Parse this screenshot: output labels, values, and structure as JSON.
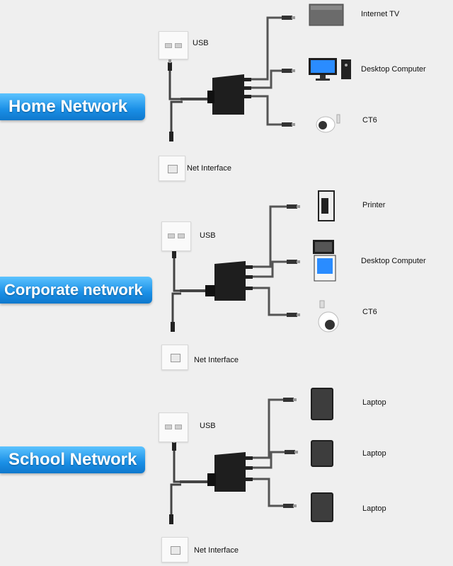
{
  "sections": [
    {
      "title": "Home Network",
      "usb_label": "USB",
      "net_label": "Net Interface",
      "devices": [
        {
          "label": "Internet TV",
          "icon": "tv-box-icon"
        },
        {
          "label": "Desktop Computer",
          "icon": "desktop-computer-icon"
        },
        {
          "label": "CT6",
          "icon": "security-camera-icon"
        }
      ]
    },
    {
      "title": "Corporate network",
      "usb_label": "USB",
      "net_label": "Net Interface",
      "devices": [
        {
          "label": "Printer",
          "icon": "printer-icon"
        },
        {
          "label": "Desktop Computer",
          "icon": "desktop-computer-icon"
        },
        {
          "label": "CT6",
          "icon": "security-camera-icon"
        }
      ]
    },
    {
      "title": "School Network",
      "usb_label": "USB",
      "net_label": "Net Interface",
      "devices": [
        {
          "label": "Laptop",
          "icon": "laptop-icon"
        },
        {
          "label": "Laptop",
          "icon": "laptop-icon"
        },
        {
          "label": "Laptop",
          "icon": "laptop-icon"
        }
      ]
    }
  ],
  "colors": {
    "banner": "#1a8fe6",
    "cable": "#555555",
    "hub": "#1e1e1e"
  }
}
